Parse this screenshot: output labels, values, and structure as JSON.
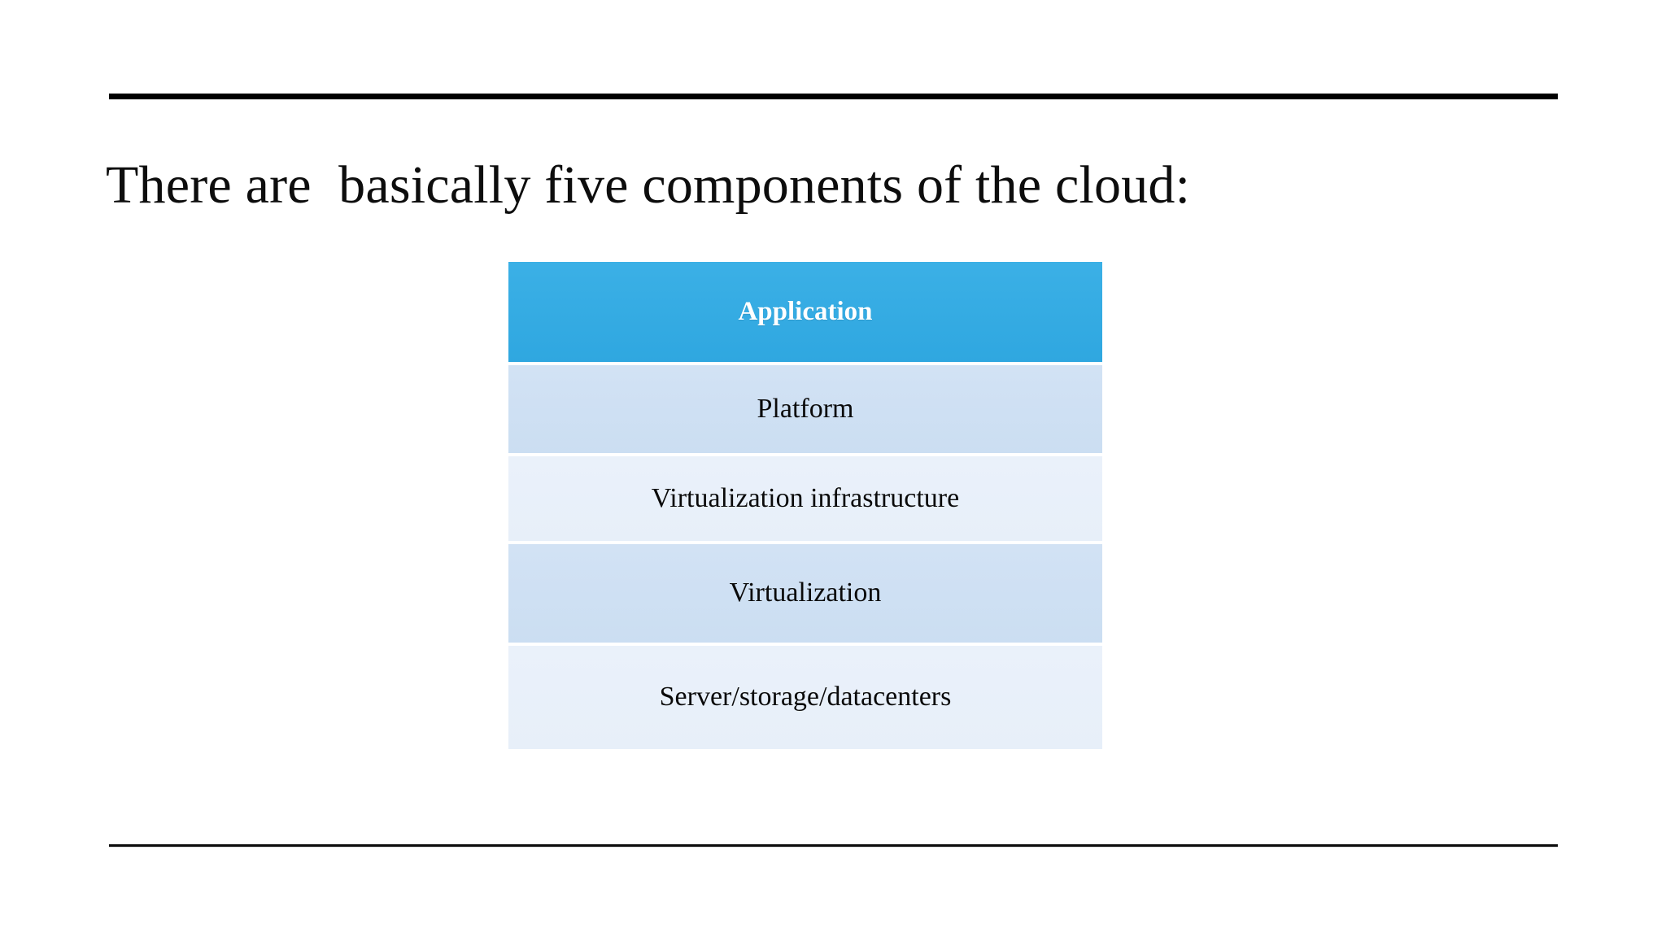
{
  "slide": {
    "title": "There are  basically five components of the cloud:",
    "rules": {
      "top_color": "#000000",
      "bottom_color": "#0c0c0c"
    }
  },
  "diagram": {
    "type": "stack",
    "layers": [
      {
        "label": "Application",
        "background": "#35ace3",
        "text_color": "#ffffff",
        "emphasis": "bold"
      },
      {
        "label": "Platform",
        "background": "#cfe0f3",
        "text_color": "#0a0a0a",
        "emphasis": "normal"
      },
      {
        "label": "Virtualization infrastructure",
        "background": "#e8f0f9",
        "text_color": "#0a0a0a",
        "emphasis": "normal"
      },
      {
        "label": "Virtualization",
        "background": "#cfe0f3",
        "text_color": "#0a0a0a",
        "emphasis": "normal"
      },
      {
        "label": "Server/storage/datacenters",
        "background": "#e8f0f9",
        "text_color": "#0a0a0a",
        "emphasis": "normal"
      }
    ]
  }
}
